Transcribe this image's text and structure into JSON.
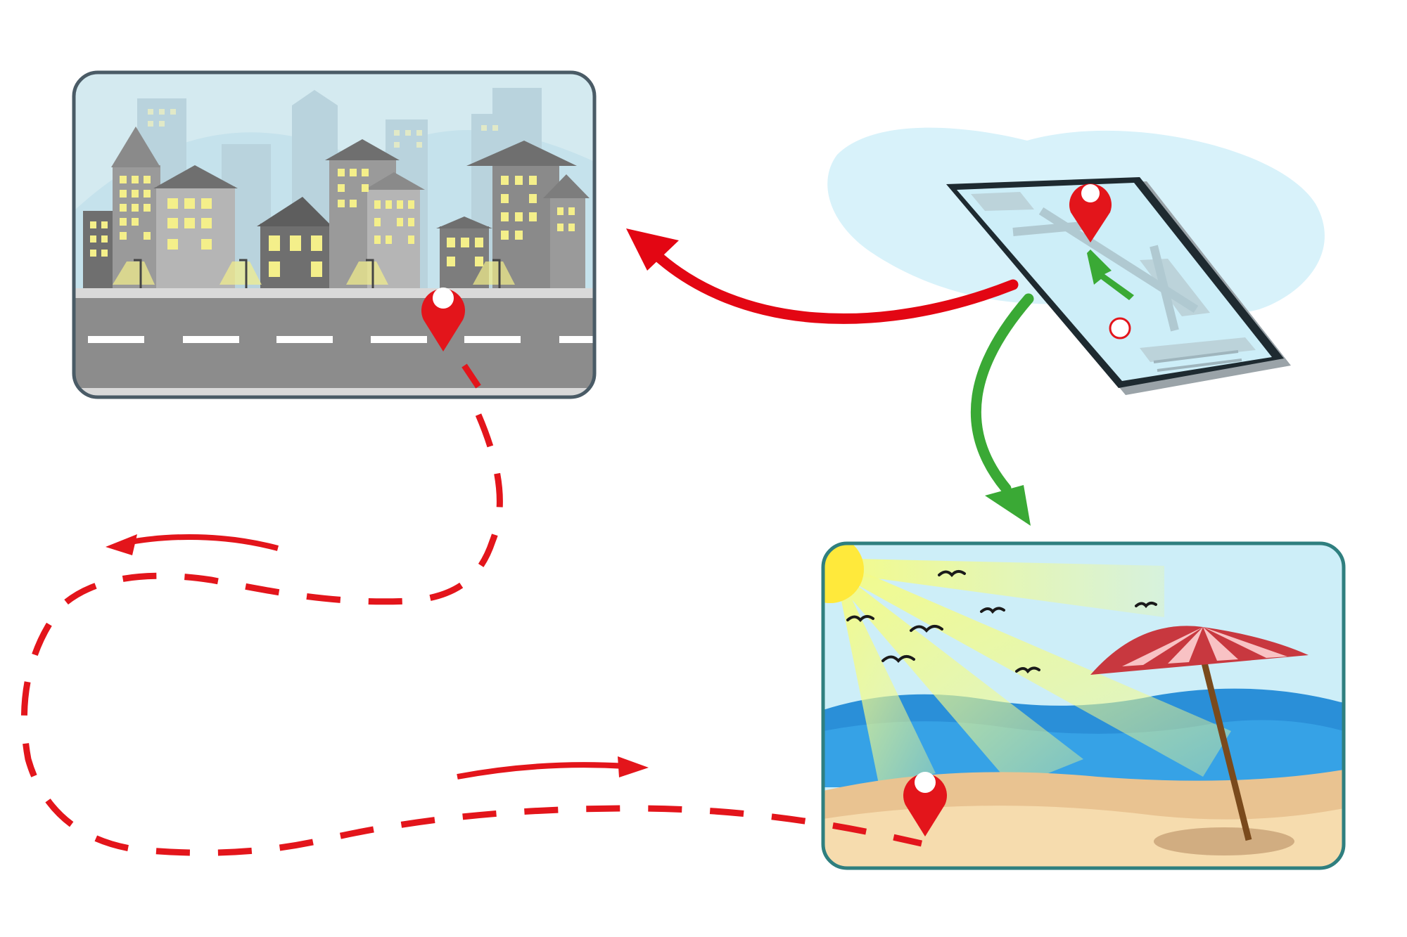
{
  "colors": {
    "background": "#ffffff",
    "route_red": "#e3151b",
    "arrow_red": "#e30613",
    "arrow_green": "#3aa935",
    "pin_red": "#e3151b",
    "city_sky": "#d4eaf0",
    "city_frame": "#4a5b66",
    "road": "#8c8c8c",
    "beach_frame": "#2f7f7f",
    "beach_sky": "#cdeef8",
    "sea": "#2a8fd8",
    "sand": "#f2d3a0",
    "sun": "#ffe93b",
    "blob": "#d8f2fa",
    "umbrella": "#c8383f"
  },
  "scenes": {
    "city": {
      "icon": "city-street-scene"
    },
    "phone": {
      "icon": "smartphone-map-icon"
    },
    "beach": {
      "icon": "beach-scene"
    }
  },
  "connectors": {
    "phone_to_city": {
      "color": "red",
      "icon": "curved-arrow-left-icon"
    },
    "phone_to_beach": {
      "color": "green",
      "icon": "curved-arrow-down-icon"
    },
    "route": {
      "style": "dashed",
      "icon": "dashed-route-path"
    }
  },
  "markers": [
    "city-location-pin",
    "phone-location-pin",
    "beach-location-pin"
  ]
}
